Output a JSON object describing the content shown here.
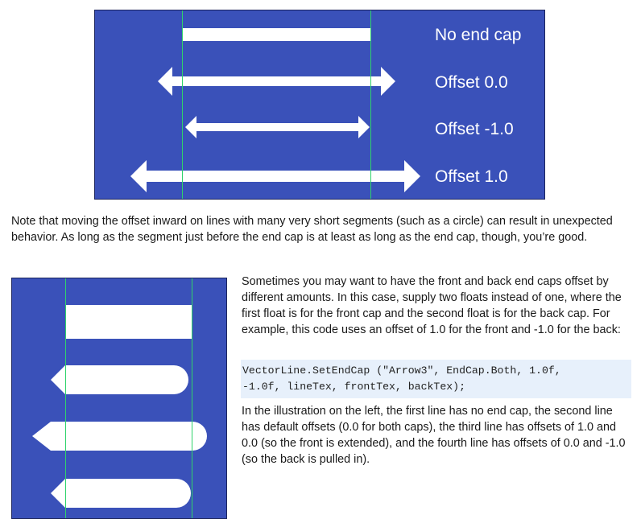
{
  "figure1": {
    "labels": [
      "No end cap",
      "Offset 0.0",
      "Offset -1.0",
      "Offset 1.0"
    ],
    "colors": {
      "background": "#3a51b9",
      "line": "#ffffff",
      "guide": "#2fd36a"
    }
  },
  "paragraph1": "Note that moving the offset inward on lines with many very short segments (such as a circle) can result in unexpected behavior. As long as the segment just before the end cap is at least as long as the end cap, though, you’re good.",
  "side_text": {
    "intro": "Sometimes you may want to have the front and back end caps offset by different amounts. In this case, supply two floats instead of one, where the first float is for the front cap and the second float is for the back cap. For example, this code uses an offset of 1.0 for the front and -1.0 for the back:",
    "code": "VectorLine.SetEndCap (\"Arrow3\", EndCap.Both, 1.0f,\n-1.0f, lineTex, frontTex, backTex);",
    "explanation": "In the illustration on the left, the first line has no end cap, the second line has default offsets (0.0 for both caps), the third line has offsets of 1.0 and 0.0 (so the front is extended), and the fourth line has offsets of 0.0 and -1.0 (so the back is pulled in)."
  }
}
